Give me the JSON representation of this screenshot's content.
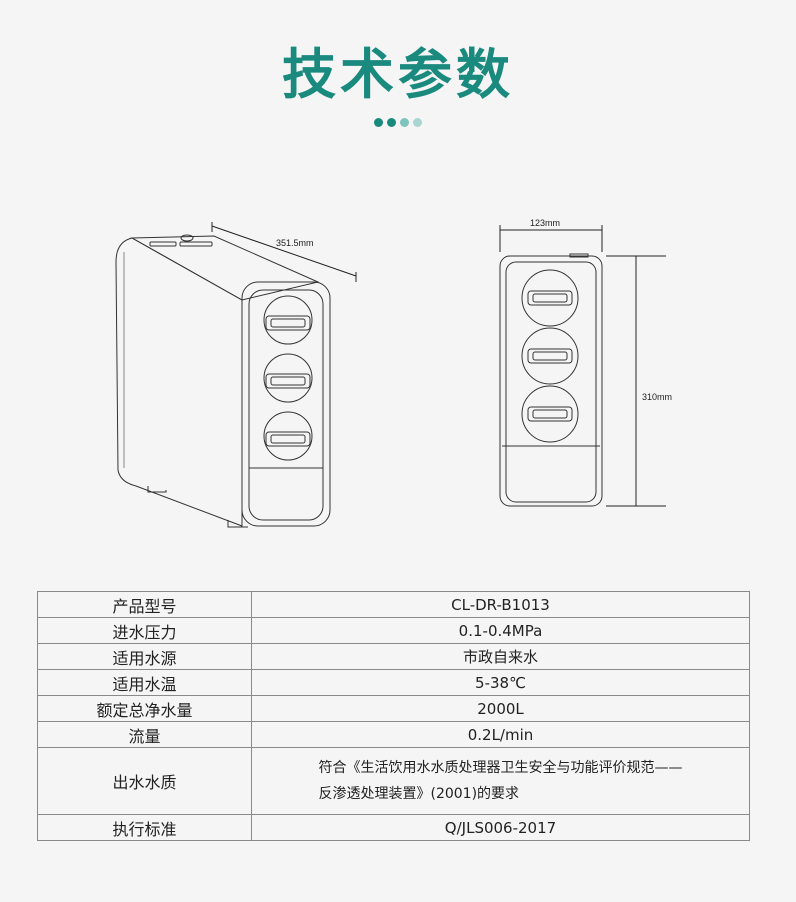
{
  "page": {
    "title": "技术参数",
    "accent_color": "#1a8a7e",
    "dot_colors": [
      "#1a8a7e",
      "#1a8a7e",
      "#7cc4bc",
      "#a9d6d1"
    ]
  },
  "dimensions": {
    "length": "351.5mm",
    "width": "123mm",
    "height": "310mm"
  },
  "specs": [
    {
      "label": "产品型号",
      "value": "CL-DR-B1013"
    },
    {
      "label": "进水压力",
      "value": "0.1-0.4MPa"
    },
    {
      "label": "适用水源",
      "value": "市政自来水"
    },
    {
      "label": "适用水温",
      "value": "5-38℃"
    },
    {
      "label": "额定总净水量",
      "value": "2000L"
    },
    {
      "label": "流量",
      "value": "0.2L/min"
    }
  ],
  "water_quality": {
    "label": "出水水质",
    "line1": "符合《生活饮用水水质处理器卫生安全与功能评价规范——",
    "line2": "反渗透处理装置》(2001)的要求"
  },
  "standard": {
    "label": "执行标准",
    "value": "Q/JLS006-2017"
  }
}
